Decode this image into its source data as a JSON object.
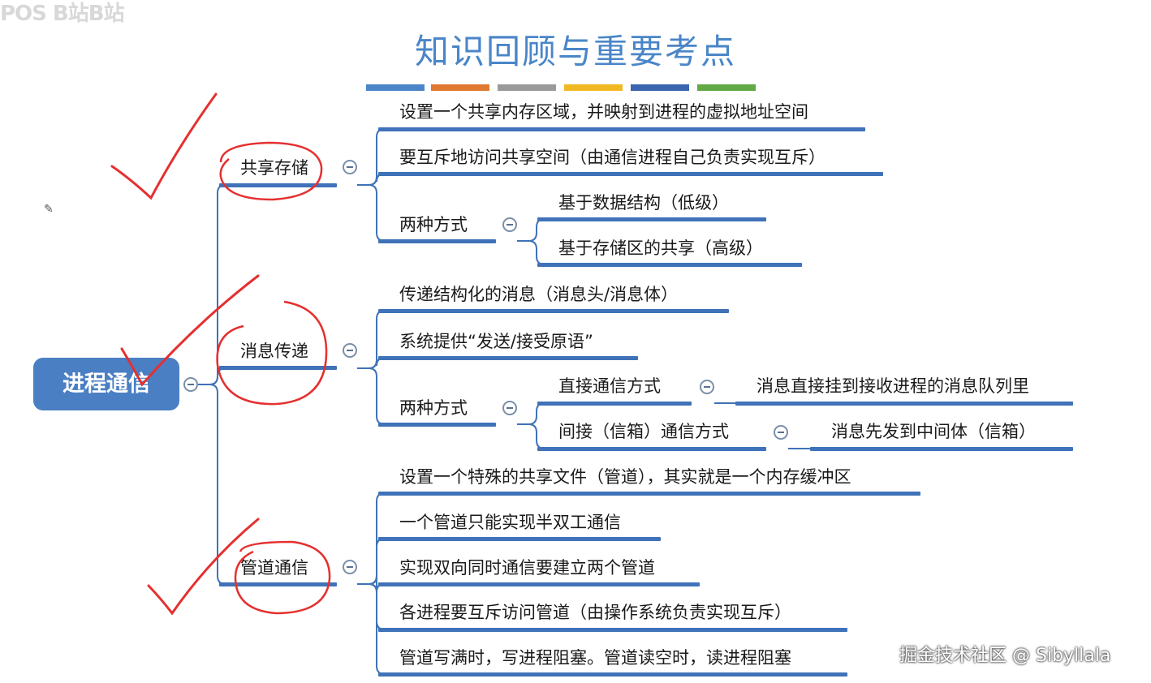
{
  "header": {
    "title": "知识回顾与重要考点"
  },
  "colorbar_colors": [
    "#4a86c8",
    "#e07a30",
    "#9a9a9a",
    "#f2b824",
    "#3a66b0",
    "#62a844"
  ],
  "mindmap": {
    "root": "进程通信",
    "branches": [
      {
        "label": "共享存储",
        "children": [
          "设置一个共享内存区域，并映射到进程的虚拟地址空间",
          "要互斥地访问共享空间（由通信进程自己负责实现互斥）",
          {
            "label": "两种方式",
            "children": [
              "基于数据结构（低级）",
              "基于存储区的共享（高级）"
            ]
          }
        ]
      },
      {
        "label": "消息传递",
        "children": [
          "传递结构化的消息（消息头/消息体）",
          "系统提供“发送/接受原语”",
          {
            "label": "两种方式",
            "children": [
              {
                "label": "直接通信方式",
                "detail": "消息直接挂到接收进程的消息队列里"
              },
              {
                "label": "间接（信箱）通信方式",
                "detail": "消息先发到中间体（信箱）"
              }
            ]
          }
        ]
      },
      {
        "label": "管道通信",
        "children": [
          "设置一个特殊的共享文件（管道），其实就是一个内存缓冲区",
          "一个管道只能实现半双工通信",
          "实现双向同时通信要建立两个管道",
          "各进程要互斥访问管道（由操作系统负责实现互斥）",
          "管道写满时，写进程阻塞。管道读空时，读进程阻塞"
        ]
      }
    ]
  },
  "watermarks": {
    "top_left": "POS  B站B站",
    "bottom_right": "掘金技术社区 @ Sibyllala"
  },
  "icons": {
    "collapse": "collapse-icon",
    "pencil": "pencil-icon"
  },
  "colors": {
    "accent": "#3f72b8",
    "root_fill": "#4a7fc4",
    "title": "#4a86c8",
    "annotation": "#e53030"
  }
}
